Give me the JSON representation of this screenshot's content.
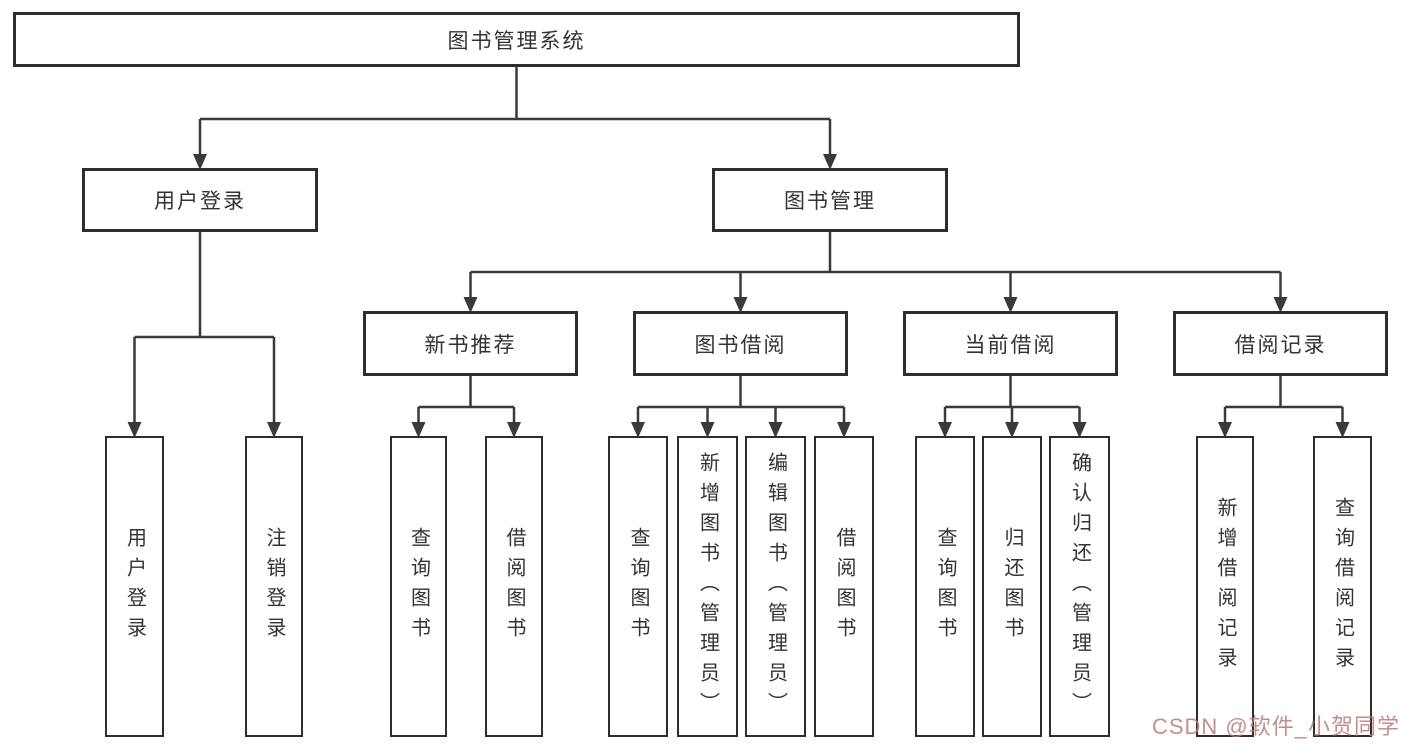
{
  "diagram": {
    "watermark": "CSDN @软件_小贺同学",
    "colors": {
      "line": "#3a3a3a",
      "box_border": "#2d2d2d",
      "text": "#333333",
      "watermark": "#ba7a7a"
    },
    "nodes": [
      {
        "id": "system",
        "label": "图书管理系统",
        "parent": null
      },
      {
        "id": "user-login",
        "label": "用户登录",
        "parent": "system"
      },
      {
        "id": "book-management",
        "label": "图书管理",
        "parent": "system"
      },
      {
        "id": "login",
        "label": "用户登录",
        "parent": "user-login"
      },
      {
        "id": "logout",
        "label": "注销登录",
        "parent": "user-login"
      },
      {
        "id": "new-book-recommend",
        "label": "新书推荐",
        "parent": "book-management"
      },
      {
        "id": "book-borrowing",
        "label": "图书借阅",
        "parent": "book-management"
      },
      {
        "id": "current-borrowing",
        "label": "当前借阅",
        "parent": "book-management"
      },
      {
        "id": "borrowing-records",
        "label": "借阅记录",
        "parent": "book-management"
      },
      {
        "id": "recommend-query-book",
        "label": "查询图书",
        "parent": "new-book-recommend"
      },
      {
        "id": "recommend-borrow-book",
        "label": "借阅图书",
        "parent": "new-book-recommend"
      },
      {
        "id": "borrowing-query-book",
        "label": "查询图书",
        "parent": "book-borrowing"
      },
      {
        "id": "borrowing-add-book",
        "label": "新增图书（管理员）",
        "parent": "book-borrowing"
      },
      {
        "id": "borrowing-edit-book",
        "label": "编辑图书（管理员）",
        "parent": "book-borrowing"
      },
      {
        "id": "borrowing-borrow-book",
        "label": "借阅图书",
        "parent": "book-borrowing"
      },
      {
        "id": "current-query-book",
        "label": "查询图书",
        "parent": "current-borrowing"
      },
      {
        "id": "current-return-book",
        "label": "归还图书",
        "parent": "current-borrowing"
      },
      {
        "id": "current-confirm-return",
        "label": "确认归还（管理员）",
        "parent": "current-borrowing"
      },
      {
        "id": "records-add-record",
        "label": "新增借阅记录",
        "parent": "borrowing-records"
      },
      {
        "id": "records-query-record",
        "label": "查询借阅记录",
        "parent": "borrowing-records"
      }
    ]
  }
}
